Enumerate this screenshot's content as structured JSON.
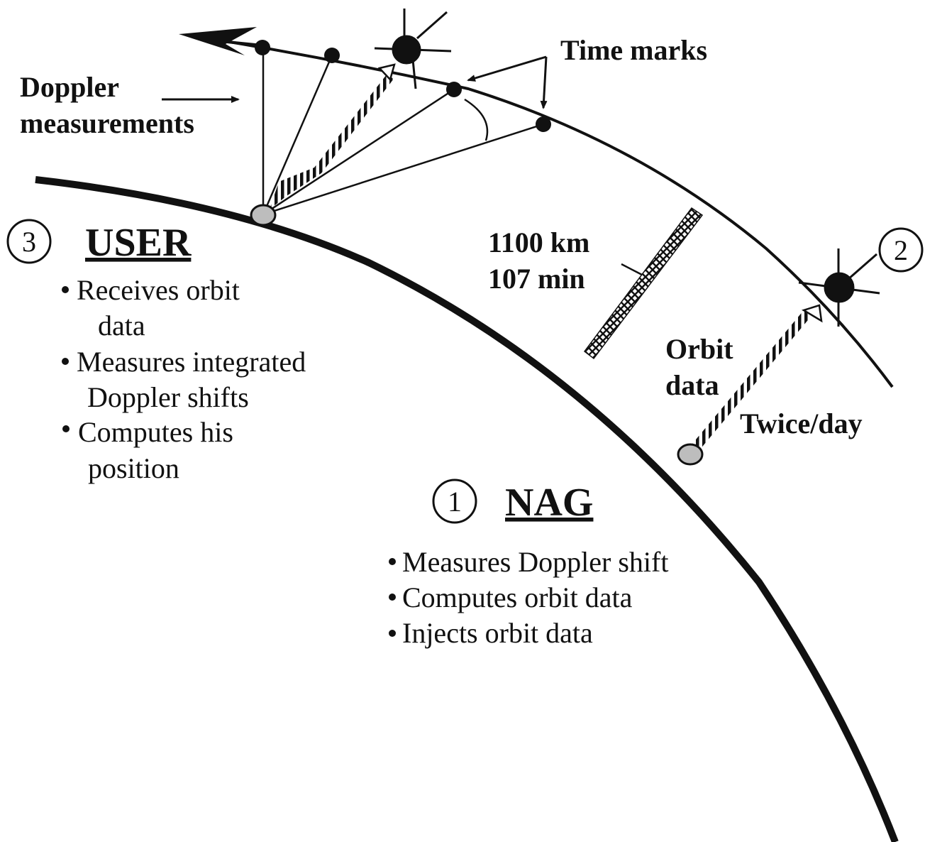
{
  "labels": {
    "time_marks": "Time marks",
    "doppler_line1": "Doppler",
    "doppler_line2": "measurements",
    "altitude": "1100 km",
    "period": "107 min",
    "orbit_data_line1": "Orbit",
    "orbit_data_line2": "data",
    "twice_per_day": "Twice/day"
  },
  "user": {
    "number": "3",
    "title": "USER",
    "lines": [
      "Receives orbit",
      "data",
      "Measures integrated",
      "Doppler shifts",
      "Computes his",
      "position"
    ]
  },
  "satellite": {
    "number": "2"
  },
  "nag": {
    "number": "1",
    "title": "NAG",
    "lines": [
      "Measures Doppler shift",
      "Computes orbit data",
      "Injects orbit data"
    ]
  },
  "colors": {
    "ink": "#111111",
    "station_fill": "#bdbdbd",
    "background": "#ffffff"
  }
}
